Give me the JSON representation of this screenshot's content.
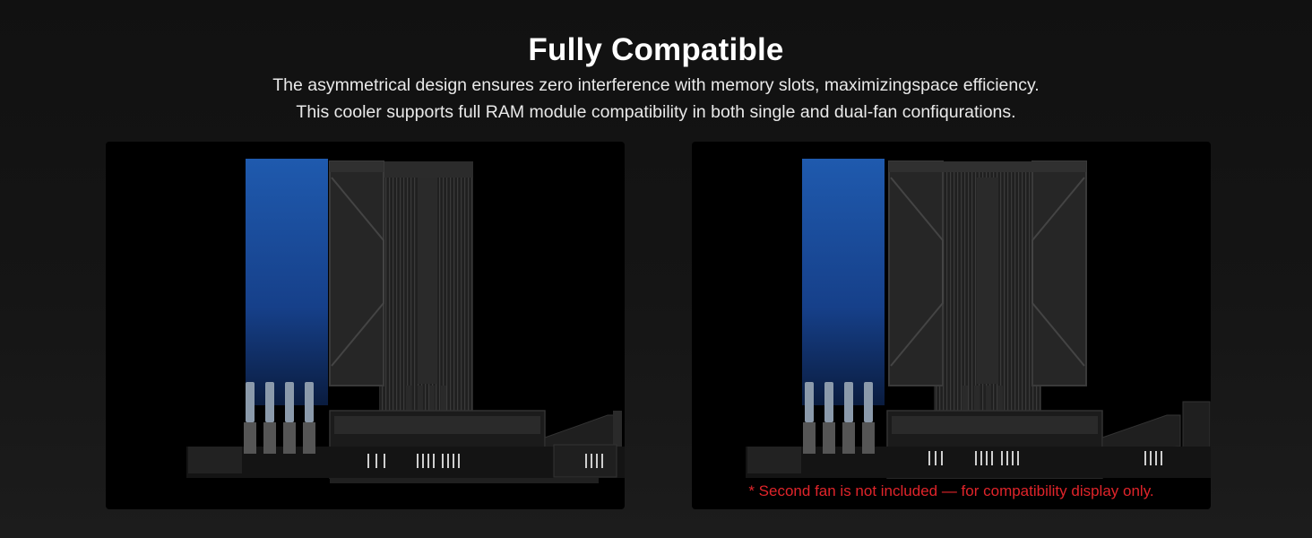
{
  "heading": {
    "title": "Fully Compatible",
    "line1": "The asymmetrical design ensures zero interference with memory slots, maximizingspace efficiency.",
    "line2": "This cooler supports full RAM module compatibility in both single and dual-fan confiqurations."
  },
  "panels": {
    "single_fan": {
      "fan_count": 1
    },
    "dual_fan": {
      "fan_count": 2,
      "note": "* Second fan is not included — for compatibility display only."
    }
  },
  "colors": {
    "background": "#141414",
    "panel": "#000000",
    "ram_clearance_blue": "#1f5aae",
    "note_red": "#e0242a",
    "cooler_gray": "#2a2a2a"
  }
}
